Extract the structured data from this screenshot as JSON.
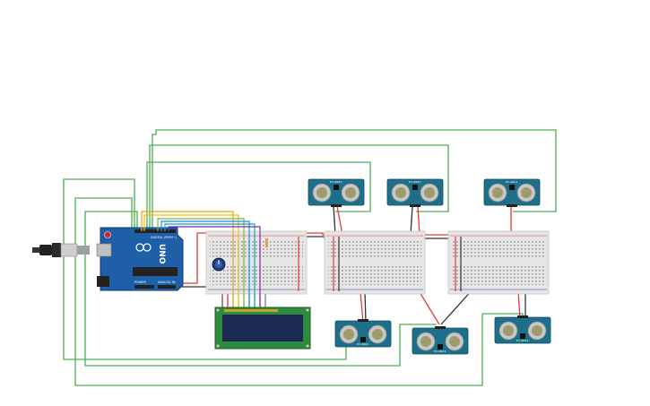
{
  "arduino": {
    "brand_text": "UNO",
    "power_label": "POWER",
    "analog_label": "ANALOG IN",
    "digital_label": "DIGITAL (PWM~)"
  },
  "sensor_label": "HC-SR04",
  "colors": {
    "wire_green": "#4caf50",
    "wire_red": "#e53935",
    "wire_black": "#333333",
    "sensor_board": "#1d6f8a",
    "arduino_board": "#1f5fa8",
    "breadboard": "#e6e6e6",
    "lcd_frame": "#2e8b3d",
    "lcd_screen": "#1b2a52"
  },
  "icons": {
    "usb": "usb-cable-icon",
    "potentiometer": "potentiometer-knob-icon"
  }
}
